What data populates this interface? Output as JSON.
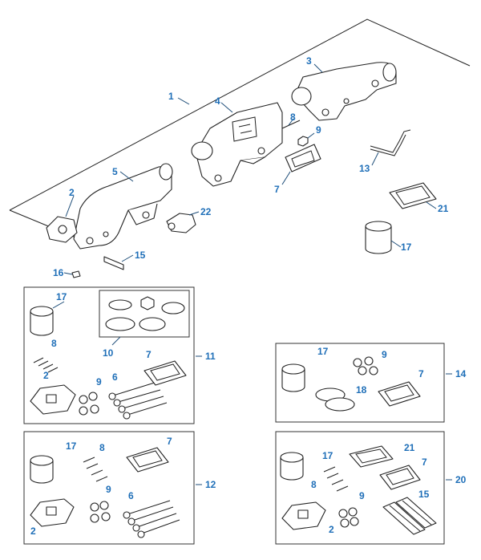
{
  "callouts": {
    "assembly_main": "1",
    "gasket_left": "2",
    "manifold_rear": "3",
    "manifold_center": "4",
    "manifold_front": "5",
    "stud_center": "8",
    "nut_center": "9",
    "gasket_center": "7",
    "tube": "13",
    "plug": "16",
    "bolt": "15",
    "sensor": "22",
    "gasket_square": "21",
    "sleeve": "17",
    "kit11": {
      "sleeve": "17",
      "rings": "10",
      "gasket": "7",
      "kit": "11",
      "studs": "8",
      "gasket_plate": "2",
      "nuts": "9",
      "bolts": "6"
    },
    "kit14": {
      "sleeve": "17",
      "nuts": "9",
      "gasket": "7",
      "kit": "14",
      "clamps": "18"
    },
    "kit12": {
      "sleeve": "17",
      "studs": "8",
      "gasket": "7",
      "kit": "12",
      "gasket_plate": "2",
      "nuts": "9",
      "bolts": "6"
    },
    "kit20": {
      "sleeve": "17",
      "gasket_square": "21",
      "gasket": "7",
      "kit": "20",
      "studs": "8",
      "bolts": "15",
      "nuts": "9",
      "gasket_plate": "2"
    }
  }
}
